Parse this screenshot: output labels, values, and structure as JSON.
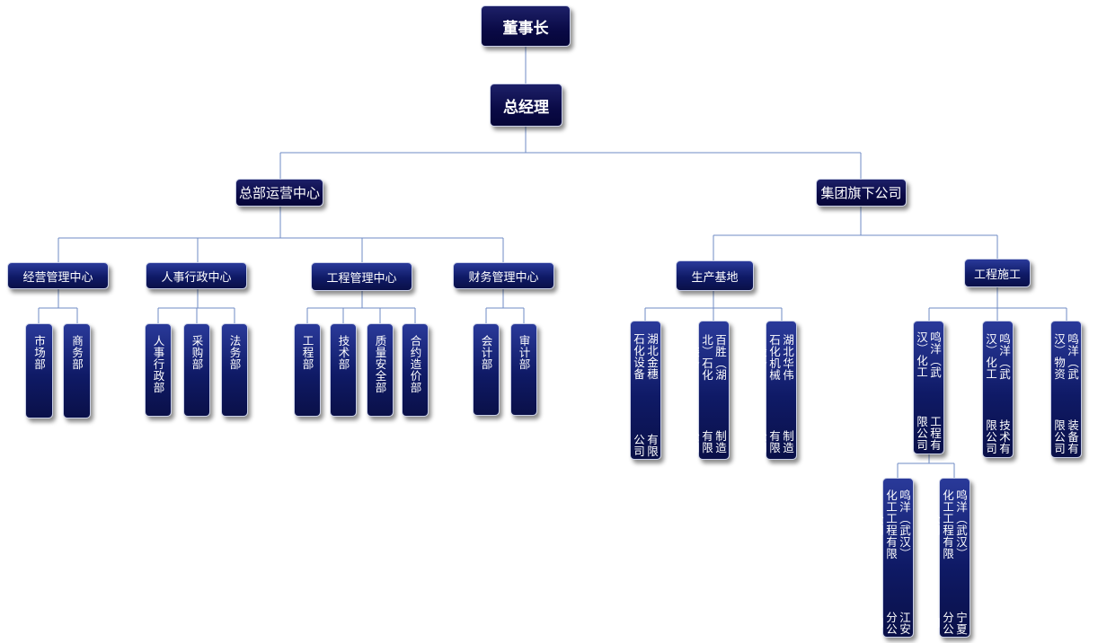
{
  "chart_data": {
    "type": "org-chart",
    "root": "董事长",
    "edges": [
      [
        "董事长",
        "总经理"
      ],
      [
        "总经理",
        "总部运营中心"
      ],
      [
        "总经理",
        "集团旗下公司"
      ],
      [
        "总部运营中心",
        "经营管理中心"
      ],
      [
        "总部运营中心",
        "人事行政中心"
      ],
      [
        "总部运营中心",
        "工程管理中心"
      ],
      [
        "总部运营中心",
        "财务管理中心"
      ],
      [
        "经营管理中心",
        "市场部"
      ],
      [
        "经营管理中心",
        "商务部"
      ],
      [
        "人事行政中心",
        "人事行政部"
      ],
      [
        "人事行政中心",
        "采购部"
      ],
      [
        "人事行政中心",
        "法务部"
      ],
      [
        "工程管理中心",
        "工程部"
      ],
      [
        "工程管理中心",
        "技术部"
      ],
      [
        "工程管理中心",
        "质量安全部"
      ],
      [
        "工程管理中心",
        "合约造价部"
      ],
      [
        "财务管理中心",
        "会计部"
      ],
      [
        "财务管理中心",
        "审计部"
      ],
      [
        "集团旗下公司",
        "生产基地"
      ],
      [
        "集团旗下公司",
        "工程施工"
      ],
      [
        "生产基地",
        "湖北金穗石化设备有限公司"
      ],
      [
        "生产基地",
        "百胜（湖北）石化装备制造有限公司"
      ],
      [
        "生产基地",
        "湖北华伟石化机械设备制造有限公司"
      ],
      [
        "工程施工",
        "鸣洋（武汉）化工工程有限公司"
      ],
      [
        "工程施工",
        "鸣洋（武汉）化工技术有限公司"
      ],
      [
        "工程施工",
        "鸣洋（武汉）物资装备有限公司"
      ],
      [
        "鸣洋（武汉）化工工程有限公司",
        "鸣洋（武汉）化工工程有限公司江安分公司"
      ],
      [
        "鸣洋（武汉）化工工程有限公司",
        "鸣洋（武汉）化工工程有限公司宁夏分公司"
      ]
    ]
  },
  "nodes": {
    "chairman": "董事长",
    "gm": "总经理",
    "hq": "总部运营中心",
    "group": "集团旗下公司",
    "c1": "经营管理中心",
    "c2": "人事行政中心",
    "c3": "工程管理中心",
    "c4": "财务管理中心",
    "prod": "生产基地",
    "eng": "工程施工",
    "d_market": "市场部",
    "d_business": "商务部",
    "d_hr": "人事行政部",
    "d_purchase": "采购部",
    "d_legal": "法务部",
    "d_engineering": "工程部",
    "d_tech": "技术部",
    "d_quality": "质量安全部",
    "d_contract": "合约造价部",
    "d_accounting": "会计部",
    "d_audit": "审计部",
    "p1_a": "湖北金穗石化设备",
    "p1_b": "有限公司",
    "p2_a": "百胜（湖北）石化装备",
    "p2_b": "制造有限公司",
    "p3_a": "湖北华伟石化机械设备",
    "p3_b": "制造有限公司",
    "e1_a": "鸣洋（武汉）化工",
    "e1_b": "工程有限公司",
    "e2_a": "鸣洋（武汉）化工",
    "e2_b": "技术有限公司",
    "e3_a": "鸣洋（武汉）物资",
    "e3_b": "装备有限公司",
    "b1_a": "鸣洋（武汉）化工工程有限公司",
    "b1_b": "江安分公司",
    "b2_a": "鸣洋（武汉）化工工程有限公司",
    "b2_b": "宁夏分公司"
  }
}
